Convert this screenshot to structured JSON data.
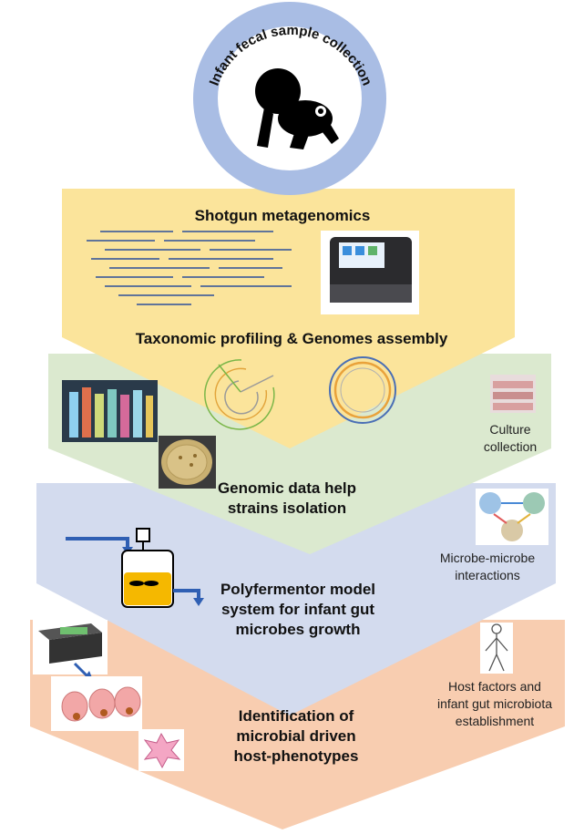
{
  "steps": {
    "collection": "Infant fecal sample collection",
    "shotgun": "Shotgun metagenomics",
    "taxonomic": "Taxonomic profiling & Genomes assembly",
    "genomic_line1": "Genomic data help",
    "genomic_line2": "strains isolation",
    "polyfermentor_line1": "Polyfermentor model",
    "polyfermentor_line2": "system for infant gut",
    "polyfermentor_line3": "microbes growth",
    "identification_line1": "Identification of",
    "identification_line2": "microbial driven",
    "identification_line3": "host-phenotypes"
  },
  "side_labels": {
    "culture_line1": "Culture",
    "culture_line2": "collection",
    "microbe_line1": "Microbe-microbe",
    "microbe_line2": "interactions",
    "host_line1": "Host factors and",
    "host_line2": "infant gut microbiota",
    "host_line3": "establishment"
  },
  "colors": {
    "circle_ring": "#a9bde4",
    "circle_inner": "#ffffff",
    "yellow": "#fbe49b",
    "green": "#dbe9cf",
    "blue": "#d3dbee",
    "orange": "#f8cdb0",
    "arrow_blue": "#2f5fb3",
    "read_lines": "#2c4f9a",
    "fermentor_liquid": "#f5b800"
  }
}
